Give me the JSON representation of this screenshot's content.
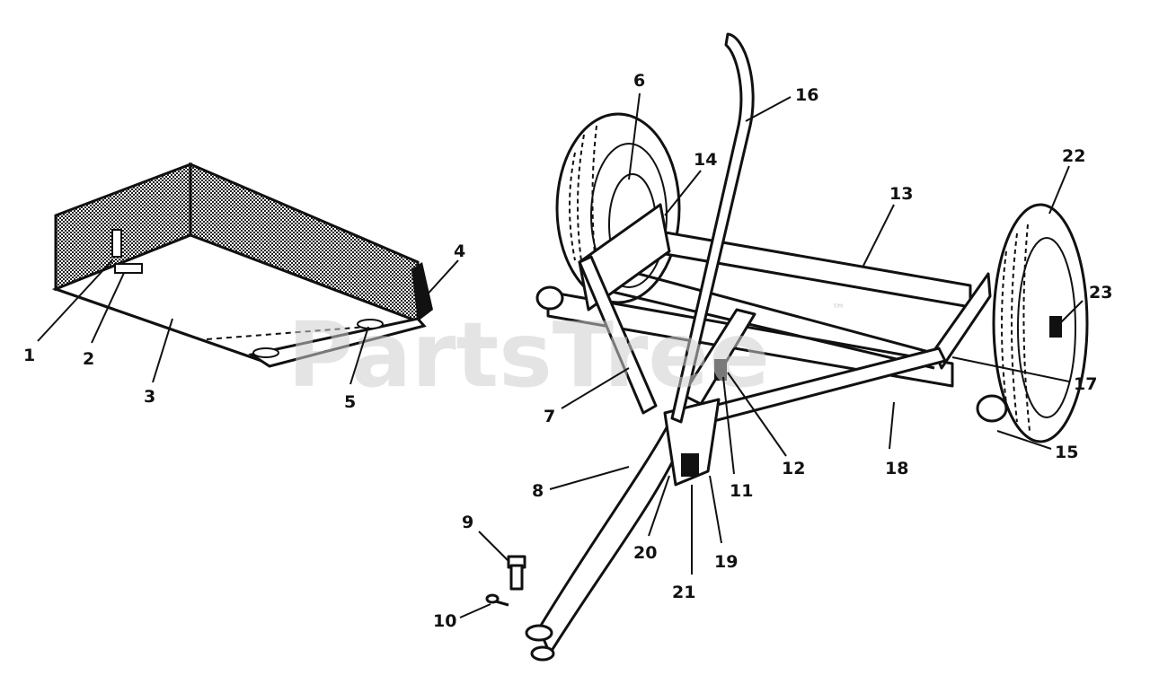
{
  "watermark": {
    "text": "PartsTree",
    "trademark": "™"
  },
  "callouts": {
    "c1": "1",
    "c2": "2",
    "c3": "3",
    "c4": "4",
    "c5": "5",
    "c6": "6",
    "c7": "7",
    "c8": "8",
    "c9": "9",
    "c10": "10",
    "c11": "11",
    "c12": "12",
    "c13": "13",
    "c14": "14",
    "c15": "15",
    "c16": "16",
    "c17": "17",
    "c18": "18",
    "c19": "19",
    "c20": "20",
    "c21": "21",
    "c22": "22",
    "c23": "23"
  }
}
